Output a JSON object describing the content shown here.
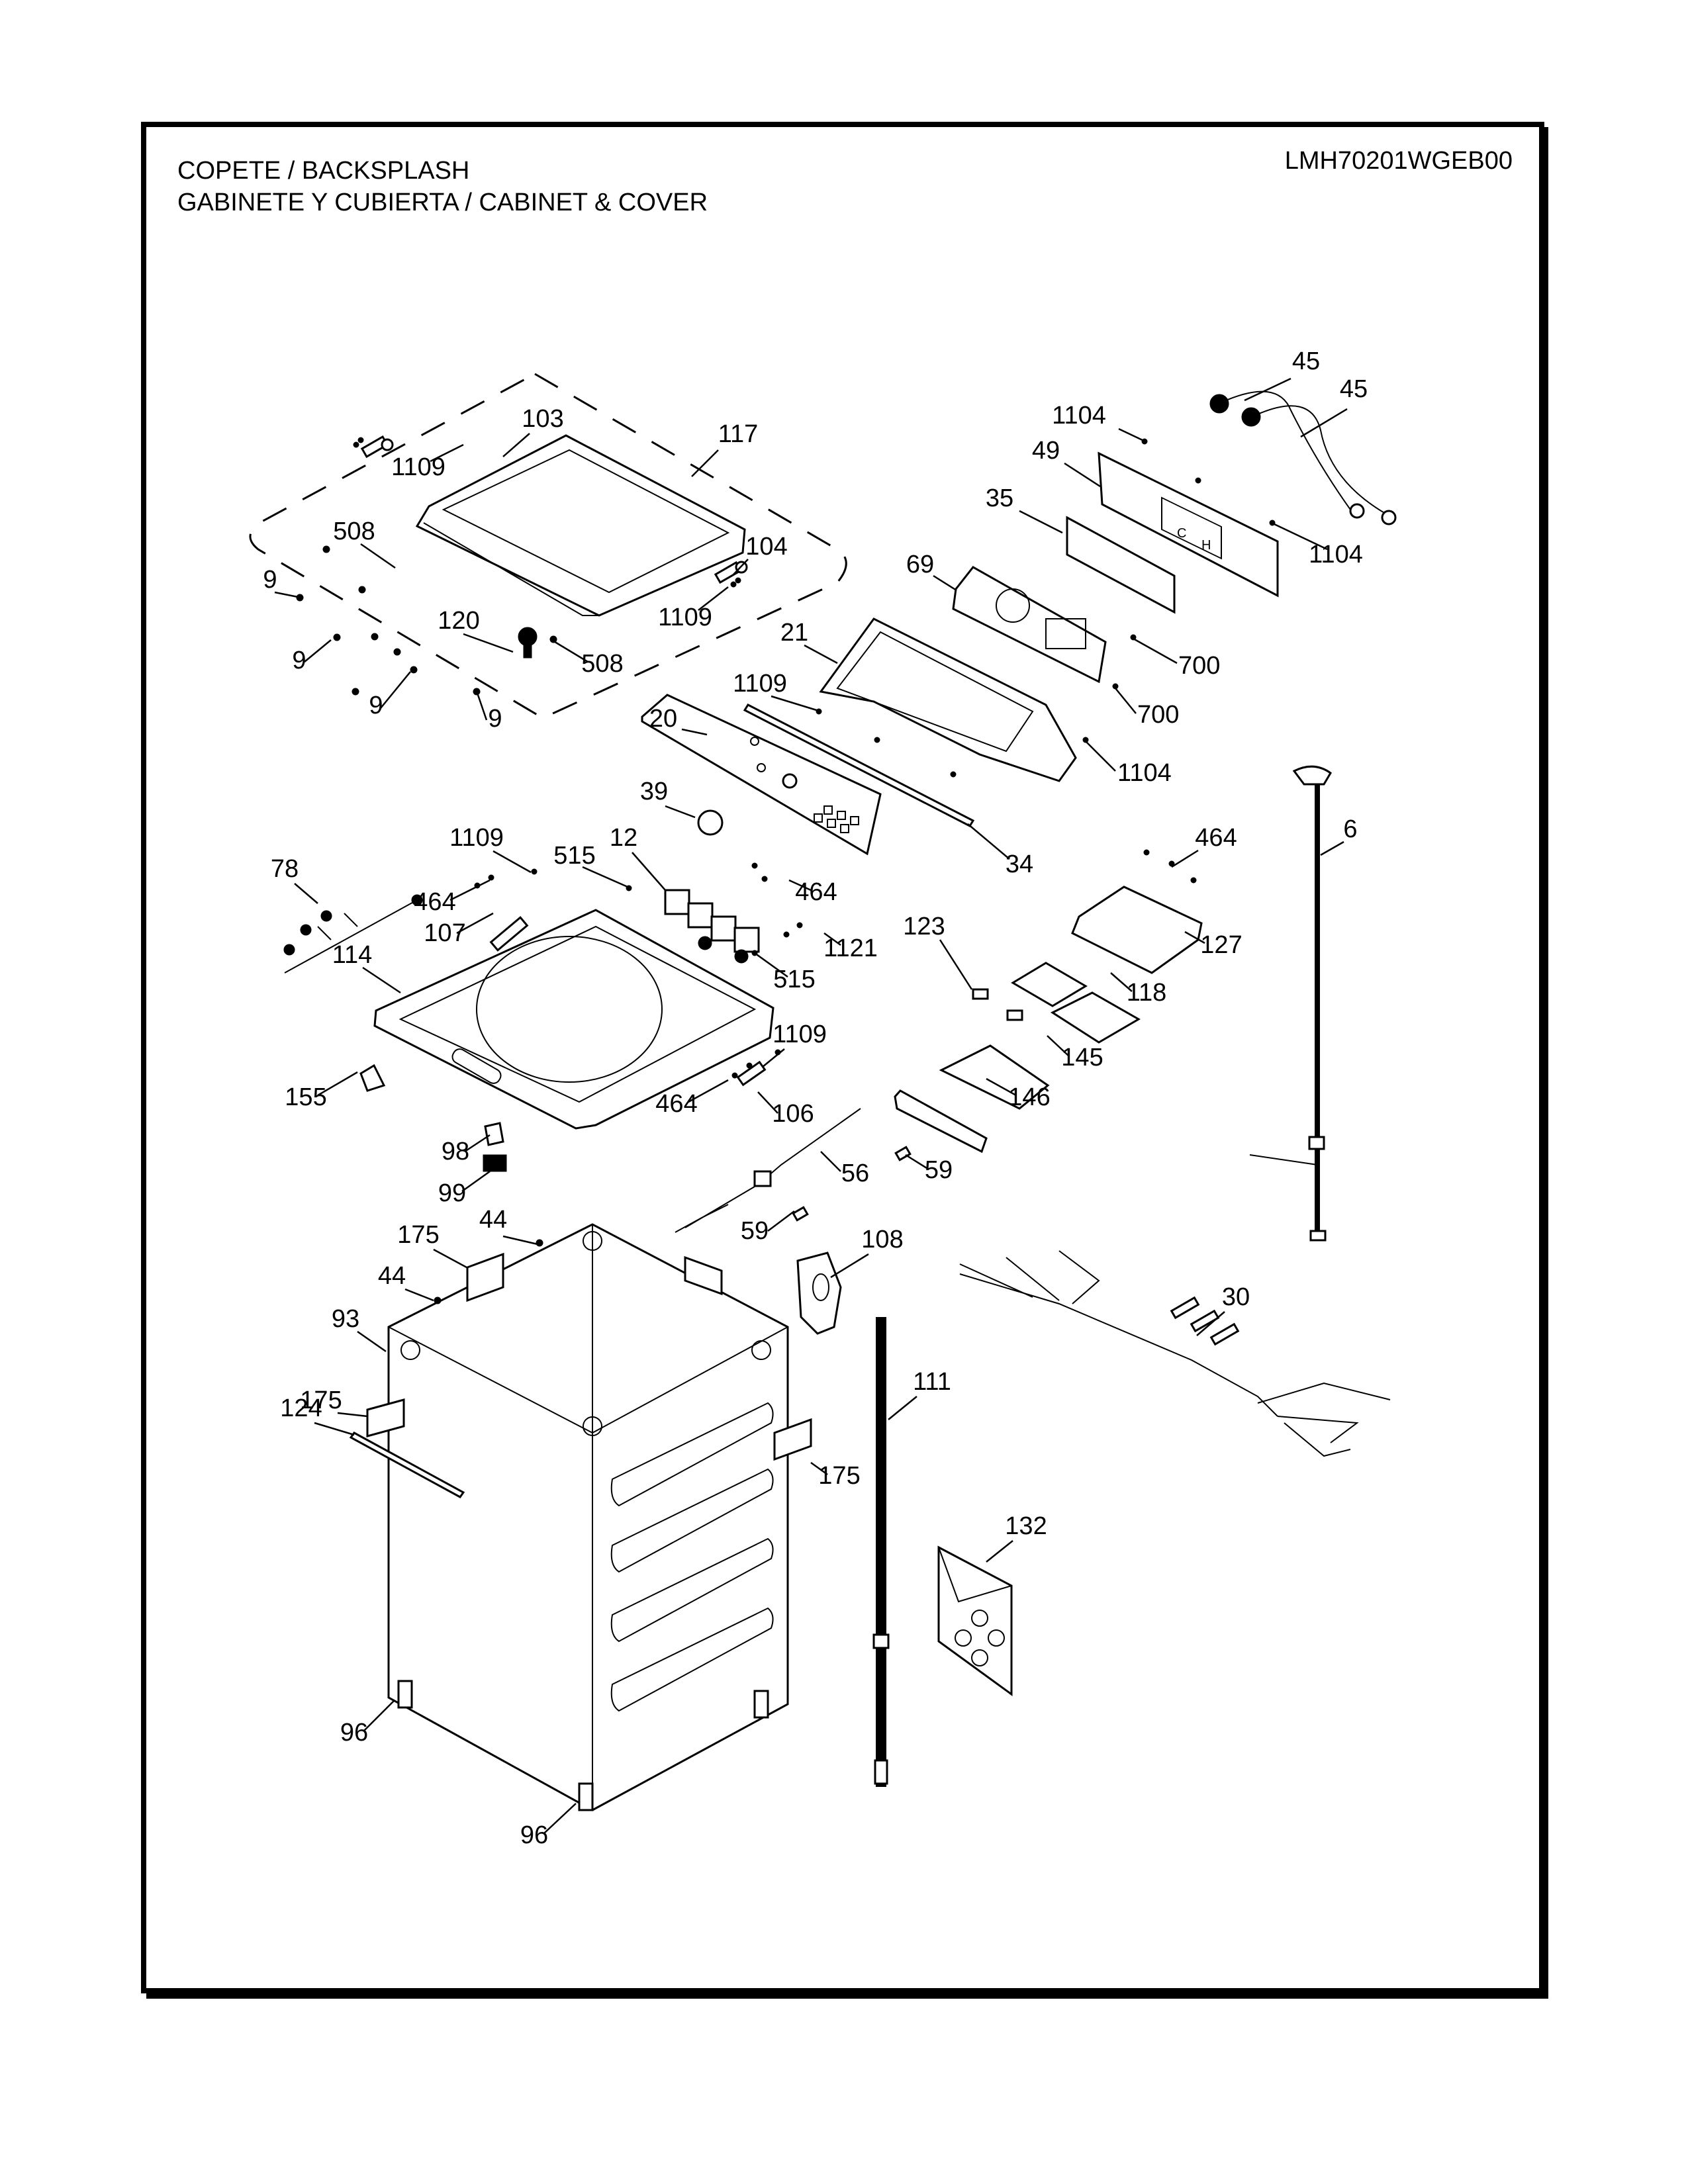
{
  "header": {
    "title_line1": "COPETE / BACKSPLASH",
    "title_line2": "GABINETE Y CUBIERTA / CABINET & COVER",
    "model_number": "LMH70201WGEB00"
  },
  "colors": {
    "ink": "#000000",
    "paper": "#ffffff"
  },
  "callouts": {
    "c45a": "45",
    "c45b": "45",
    "c1104a": "1104",
    "c49": "49",
    "c35": "35",
    "c1104b": "1104",
    "c69": "69",
    "c700a": "700",
    "c700b": "700",
    "c21": "21",
    "c1109d": "1109",
    "c20": "20",
    "c1104c": "1104",
    "c34": "34",
    "c103": "103",
    "c1109a": "1109",
    "c117": "117",
    "c508a": "508",
    "c104": "104",
    "c1109b": "1109",
    "c9a": "9",
    "c120": "120",
    "c508b": "508",
    "c9b": "9",
    "c9c": "9",
    "c9d": "9",
    "c39": "39",
    "c1109c": "1109",
    "c515a": "515",
    "c12": "12",
    "c78": "78",
    "c464a": "464",
    "c107": "107",
    "c464b": "464",
    "c1121": "1121",
    "c515b": "515",
    "c114": "114",
    "c464c": "464",
    "c127": "127",
    "c6": "6",
    "c123": "123",
    "c118": "118",
    "c145": "145",
    "c146": "146",
    "c155": "155",
    "c1109e": "1109",
    "c464d": "464",
    "c106": "106",
    "c98": "98",
    "c56": "56",
    "c59a": "59",
    "c99": "99",
    "c59b": "59",
    "c175a": "175",
    "c44a": "44",
    "c44b": "44",
    "c108": "108",
    "c93": "93",
    "c30": "30",
    "c175b": "175",
    "c111": "111",
    "c124": "124",
    "c175c": "175",
    "c132": "132",
    "c96a": "96",
    "c96b": "96"
  },
  "parts": {
    "dispenser_panel_symbols": [
      "C",
      "H"
    ]
  }
}
